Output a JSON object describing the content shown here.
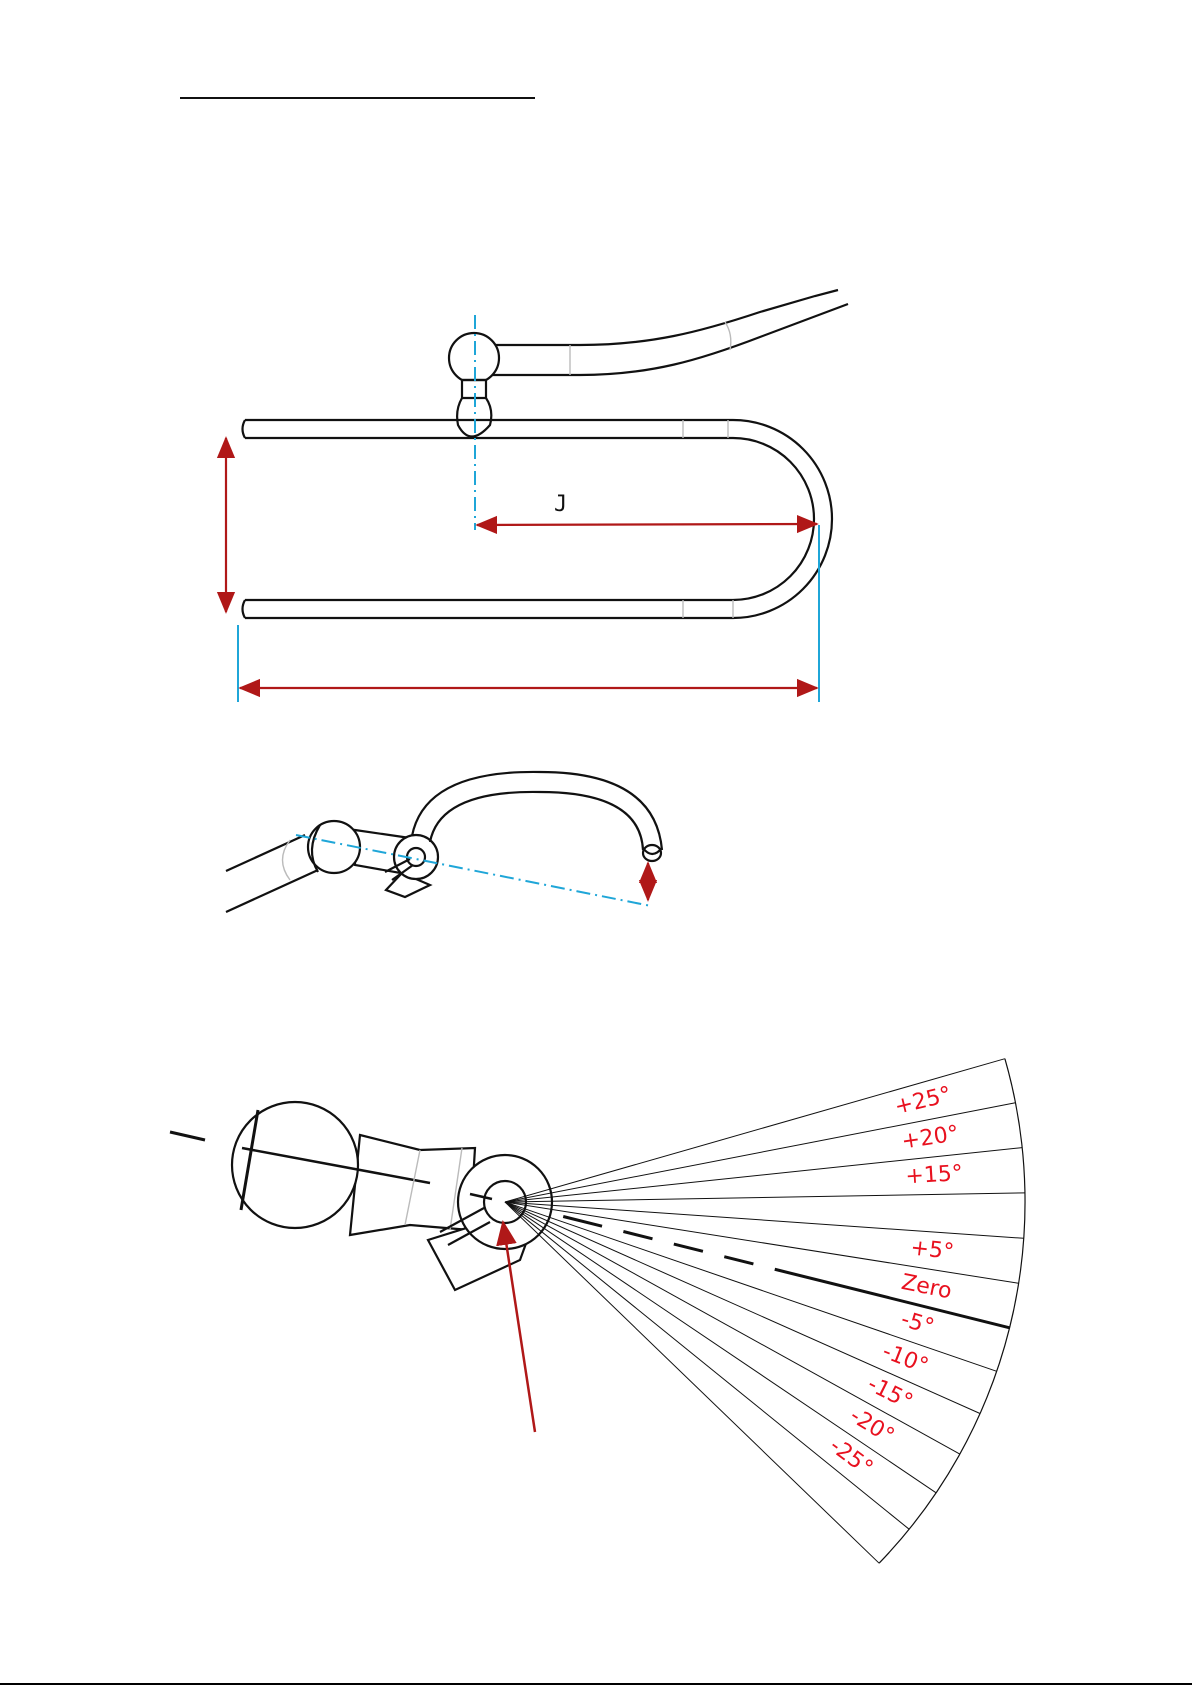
{
  "document": {
    "title": "",
    "title_underlined": true
  },
  "top_view": {
    "dimension_label": "J"
  },
  "protractor": {
    "label_color": "#e8111f",
    "labels": [
      "+25°",
      "+20°",
      "+15°",
      "+5°",
      "Zero",
      "-5°",
      "-10°",
      "-15°",
      "-20°",
      "-25°"
    ]
  },
  "colors": {
    "dimension_arrow": "#b01818",
    "centerline": "#1fa6d8",
    "outline": "#111111",
    "hidden_edge": "#bbbbbb",
    "bottom_rule": "#000000"
  }
}
